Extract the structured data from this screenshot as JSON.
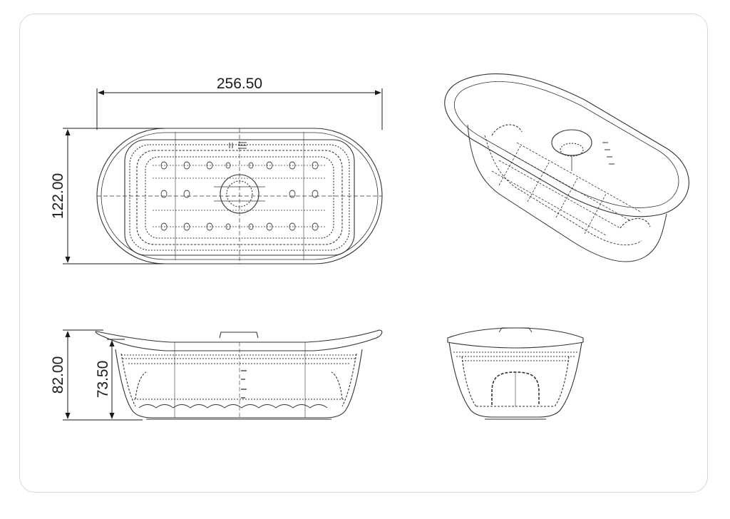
{
  "dimensions": {
    "top_width": "256.50",
    "top_height": "122.00",
    "side_total_height": "82.00",
    "side_inner_height": "73.50"
  },
  "views": [
    "top-view",
    "isometric-view",
    "side-view",
    "end-view"
  ],
  "colors": {
    "frame_border": "#d9d9d9",
    "line": "#333333",
    "hidden_line": "#555555"
  }
}
